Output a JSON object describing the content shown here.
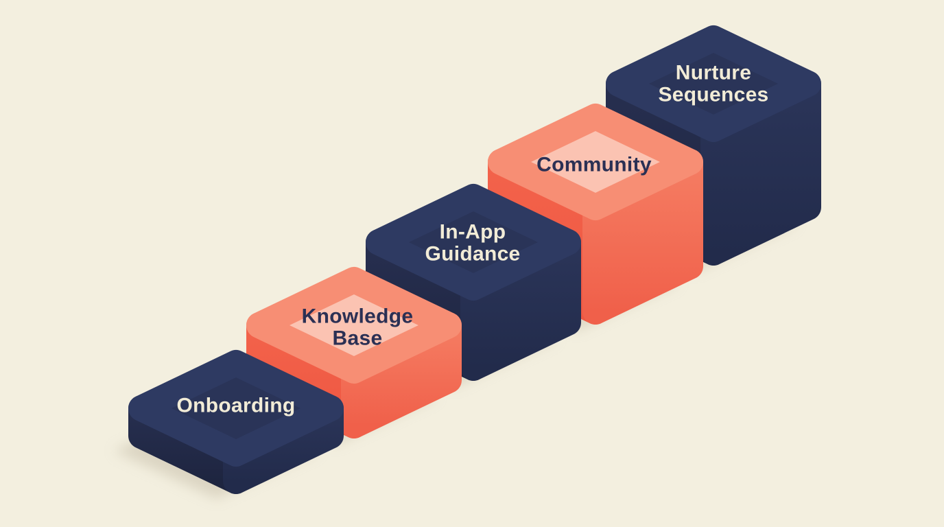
{
  "diagram": {
    "description_type": "isometric-step-blocks",
    "background_color": "#f3efdf",
    "shadow_color": "#ccc4b0",
    "colors": {
      "navy_top": "#2a3458",
      "navy_rim": "#2e3a62",
      "navy_side_left_dark": "#1e2540",
      "navy_side_right": "#2b3559",
      "coral_top": "#fbc3b2",
      "coral_rim": "#f78e74",
      "coral_side_left": "#f3634b",
      "coral_side_right": "#f5795f",
      "text_cream": "#f2ecd7",
      "text_navy": "#2b3054"
    },
    "blocks": [
      {
        "id": "onboarding",
        "label": "Onboarding",
        "scheme": "navy",
        "text_color": "#f2ecd7",
        "step": 1
      },
      {
        "id": "knowledge-base",
        "label": "Knowledge Base",
        "scheme": "coral",
        "text_color": "#2b3054",
        "step": 2
      },
      {
        "id": "in-app-guidance",
        "label": "In-App Guidance",
        "scheme": "navy",
        "text_color": "#f2ecd7",
        "step": 3
      },
      {
        "id": "community",
        "label": "Community",
        "scheme": "coral",
        "text_color": "#2b3054",
        "step": 4
      },
      {
        "id": "nurture-sequences",
        "label": "Nurture Sequences",
        "scheme": "navy",
        "text_color": "#f2ecd7",
        "step": 5
      }
    ]
  }
}
